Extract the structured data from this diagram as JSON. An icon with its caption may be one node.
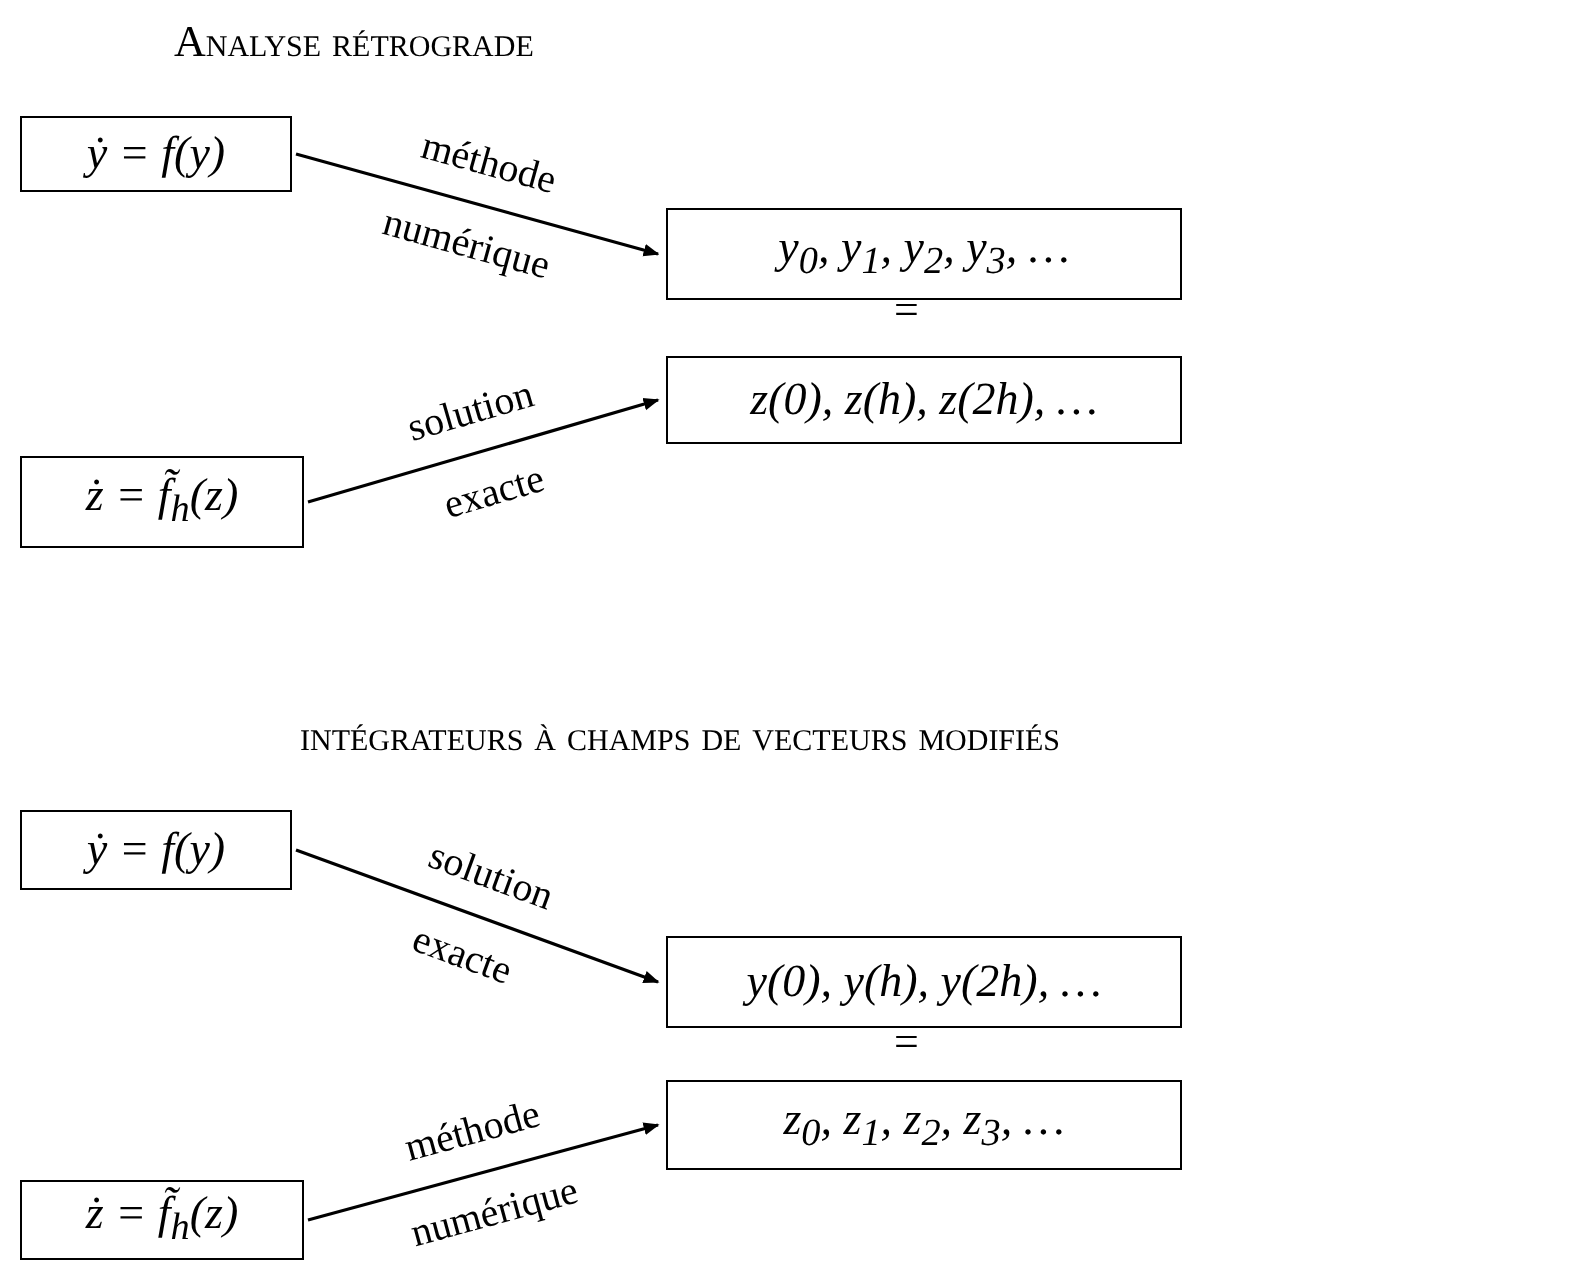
{
  "diagram": {
    "nodes": [
      {
        "text": [
          "ẏ = f(y)"
        ]
      },
      {
        "text": [
          "y$_{0}$,  y$_{1}$,  y$_{2}$,  y$_{3}$, …"
        ]
      },
      {
        "text": [
          "z(0), z(h), z(2h), …"
        ]
      },
      {
        "text": [
          "ż = f̃$_{h}$(z)"
        ]
      },
      {
        "text": [
          "ẏ = f(y)"
        ]
      },
      {
        "text": [
          "y(0), y(h), y(2h), …"
        ]
      },
      {
        "text": [
          "z$_{0}$,  z$_{1}$,  z$_{2}$,  z$_{3}$, …"
        ]
      },
      {
        "text": [
          "ż = f̃$_{h}$(z)"
        ]
      }
    ],
    "edges": [
      {
        "from": 0,
        "to": 1,
        "arrow": "to",
        "label": "méthode numérique"
      },
      {
        "from": 3,
        "to": 2,
        "arrow": "to",
        "label": "solution exacte"
      },
      {
        "from": 4,
        "to": 5,
        "arrow": "to",
        "label": "solution exacte"
      },
      {
        "from": 7,
        "to": 6,
        "arrow": "to",
        "label": "méthode numérique"
      }
    ],
    "labels": [
      "Analyse rétrograde",
      "=",
      "intégrateurs à champs de vecteurs modifiés",
      "="
    ]
  }
}
